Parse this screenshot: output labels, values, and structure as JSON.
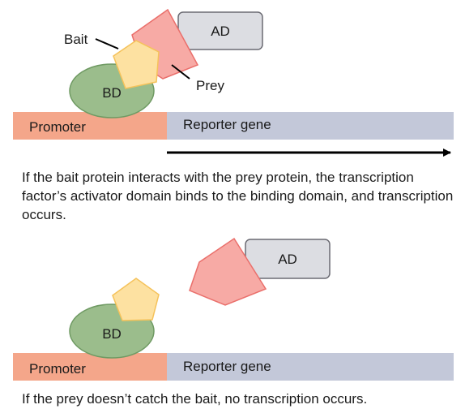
{
  "top": {
    "labels": {
      "bait": "Bait",
      "prey": "Prey",
      "ad": "AD",
      "bd": "BD",
      "promoter": "Promoter",
      "reporter": "Reporter gene"
    },
    "caption": "If the bait protein interacts with the prey protein, the transcription factor’s activator domain binds to the binding domain, and transcription occurs."
  },
  "bottom": {
    "labels": {
      "ad": "AD",
      "bd": "BD",
      "promoter": "Promoter",
      "reporter": "Reporter gene"
    },
    "caption": "If the prey doesn’t catch the bait, no transcription occurs."
  },
  "colors": {
    "promoter": "#f4a68a",
    "reporter": "#c3c8d9",
    "bd_fill": "#9bbd8c",
    "bd_stroke": "#6f9a63",
    "bait_fill": "#fde1a1",
    "bait_stroke": "#f5c25a",
    "prey_fill": "#f7aaa5",
    "prey_stroke": "#ea6f6b",
    "ad_fill": "#dcdde2",
    "ad_stroke": "#6b6b73"
  }
}
